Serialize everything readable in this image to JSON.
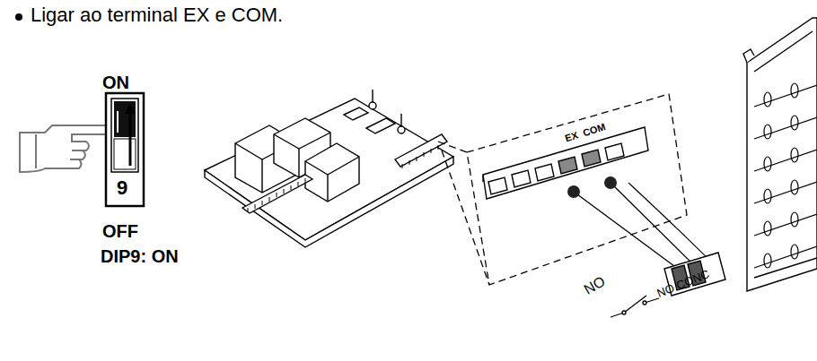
{
  "diagram": {
    "labels": [
      "Ligar ao terminal EX e COM.",
      "ON",
      "9",
      "OFF",
      "DIP9: ON",
      "EX",
      "COM",
      "NO",
      "NO CONC"
    ]
  }
}
